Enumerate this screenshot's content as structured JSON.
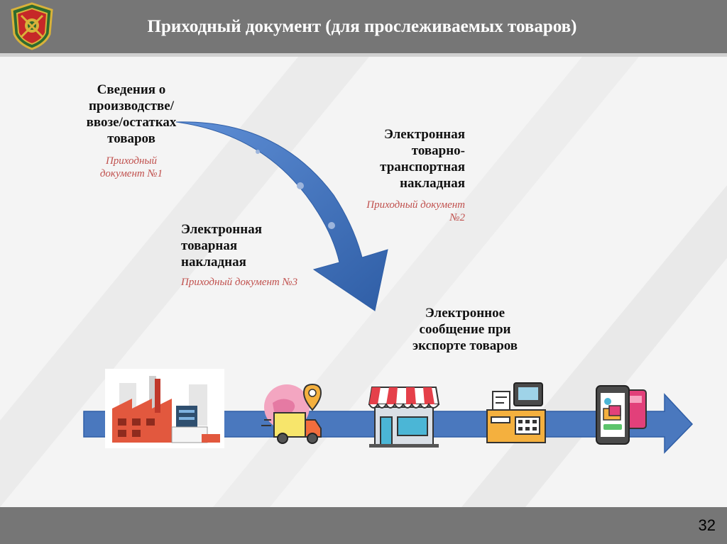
{
  "header": {
    "title": "Приходный документ (для прослеживаемых товаров)",
    "emblem_icon": "customs-emblem-icon"
  },
  "blocks": [
    {
      "title_lines": [
        "Сведения о",
        "производстве/",
        "ввозе/остатках",
        "товаров"
      ],
      "sub_lines": [
        "Приходный",
        "документ №1"
      ]
    },
    {
      "title_lines": [
        "Электронная",
        "товарно-",
        "транспортная",
        "накладная"
      ],
      "sub_lines": [
        "Приходный документ",
        "№2"
      ]
    },
    {
      "title_lines": [
        "Электронная",
        "товарная",
        "накладная"
      ],
      "sub_lines": [
        "Приходный документ №3"
      ]
    },
    {
      "title_lines": [
        "Электронное",
        "сообщение при",
        "экспорте товаров"
      ],
      "sub_lines": []
    }
  ],
  "icons": [
    "factory-icon",
    "delivery-truck-icon",
    "store-icon",
    "cash-register-icon",
    "mobile-shopping-icon"
  ],
  "colors": {
    "header": "#767676",
    "flow_arrow": "#4a78be",
    "curved_arrow": "#3f6fb5",
    "subtitle": "#c0504d"
  },
  "page_number": "32"
}
